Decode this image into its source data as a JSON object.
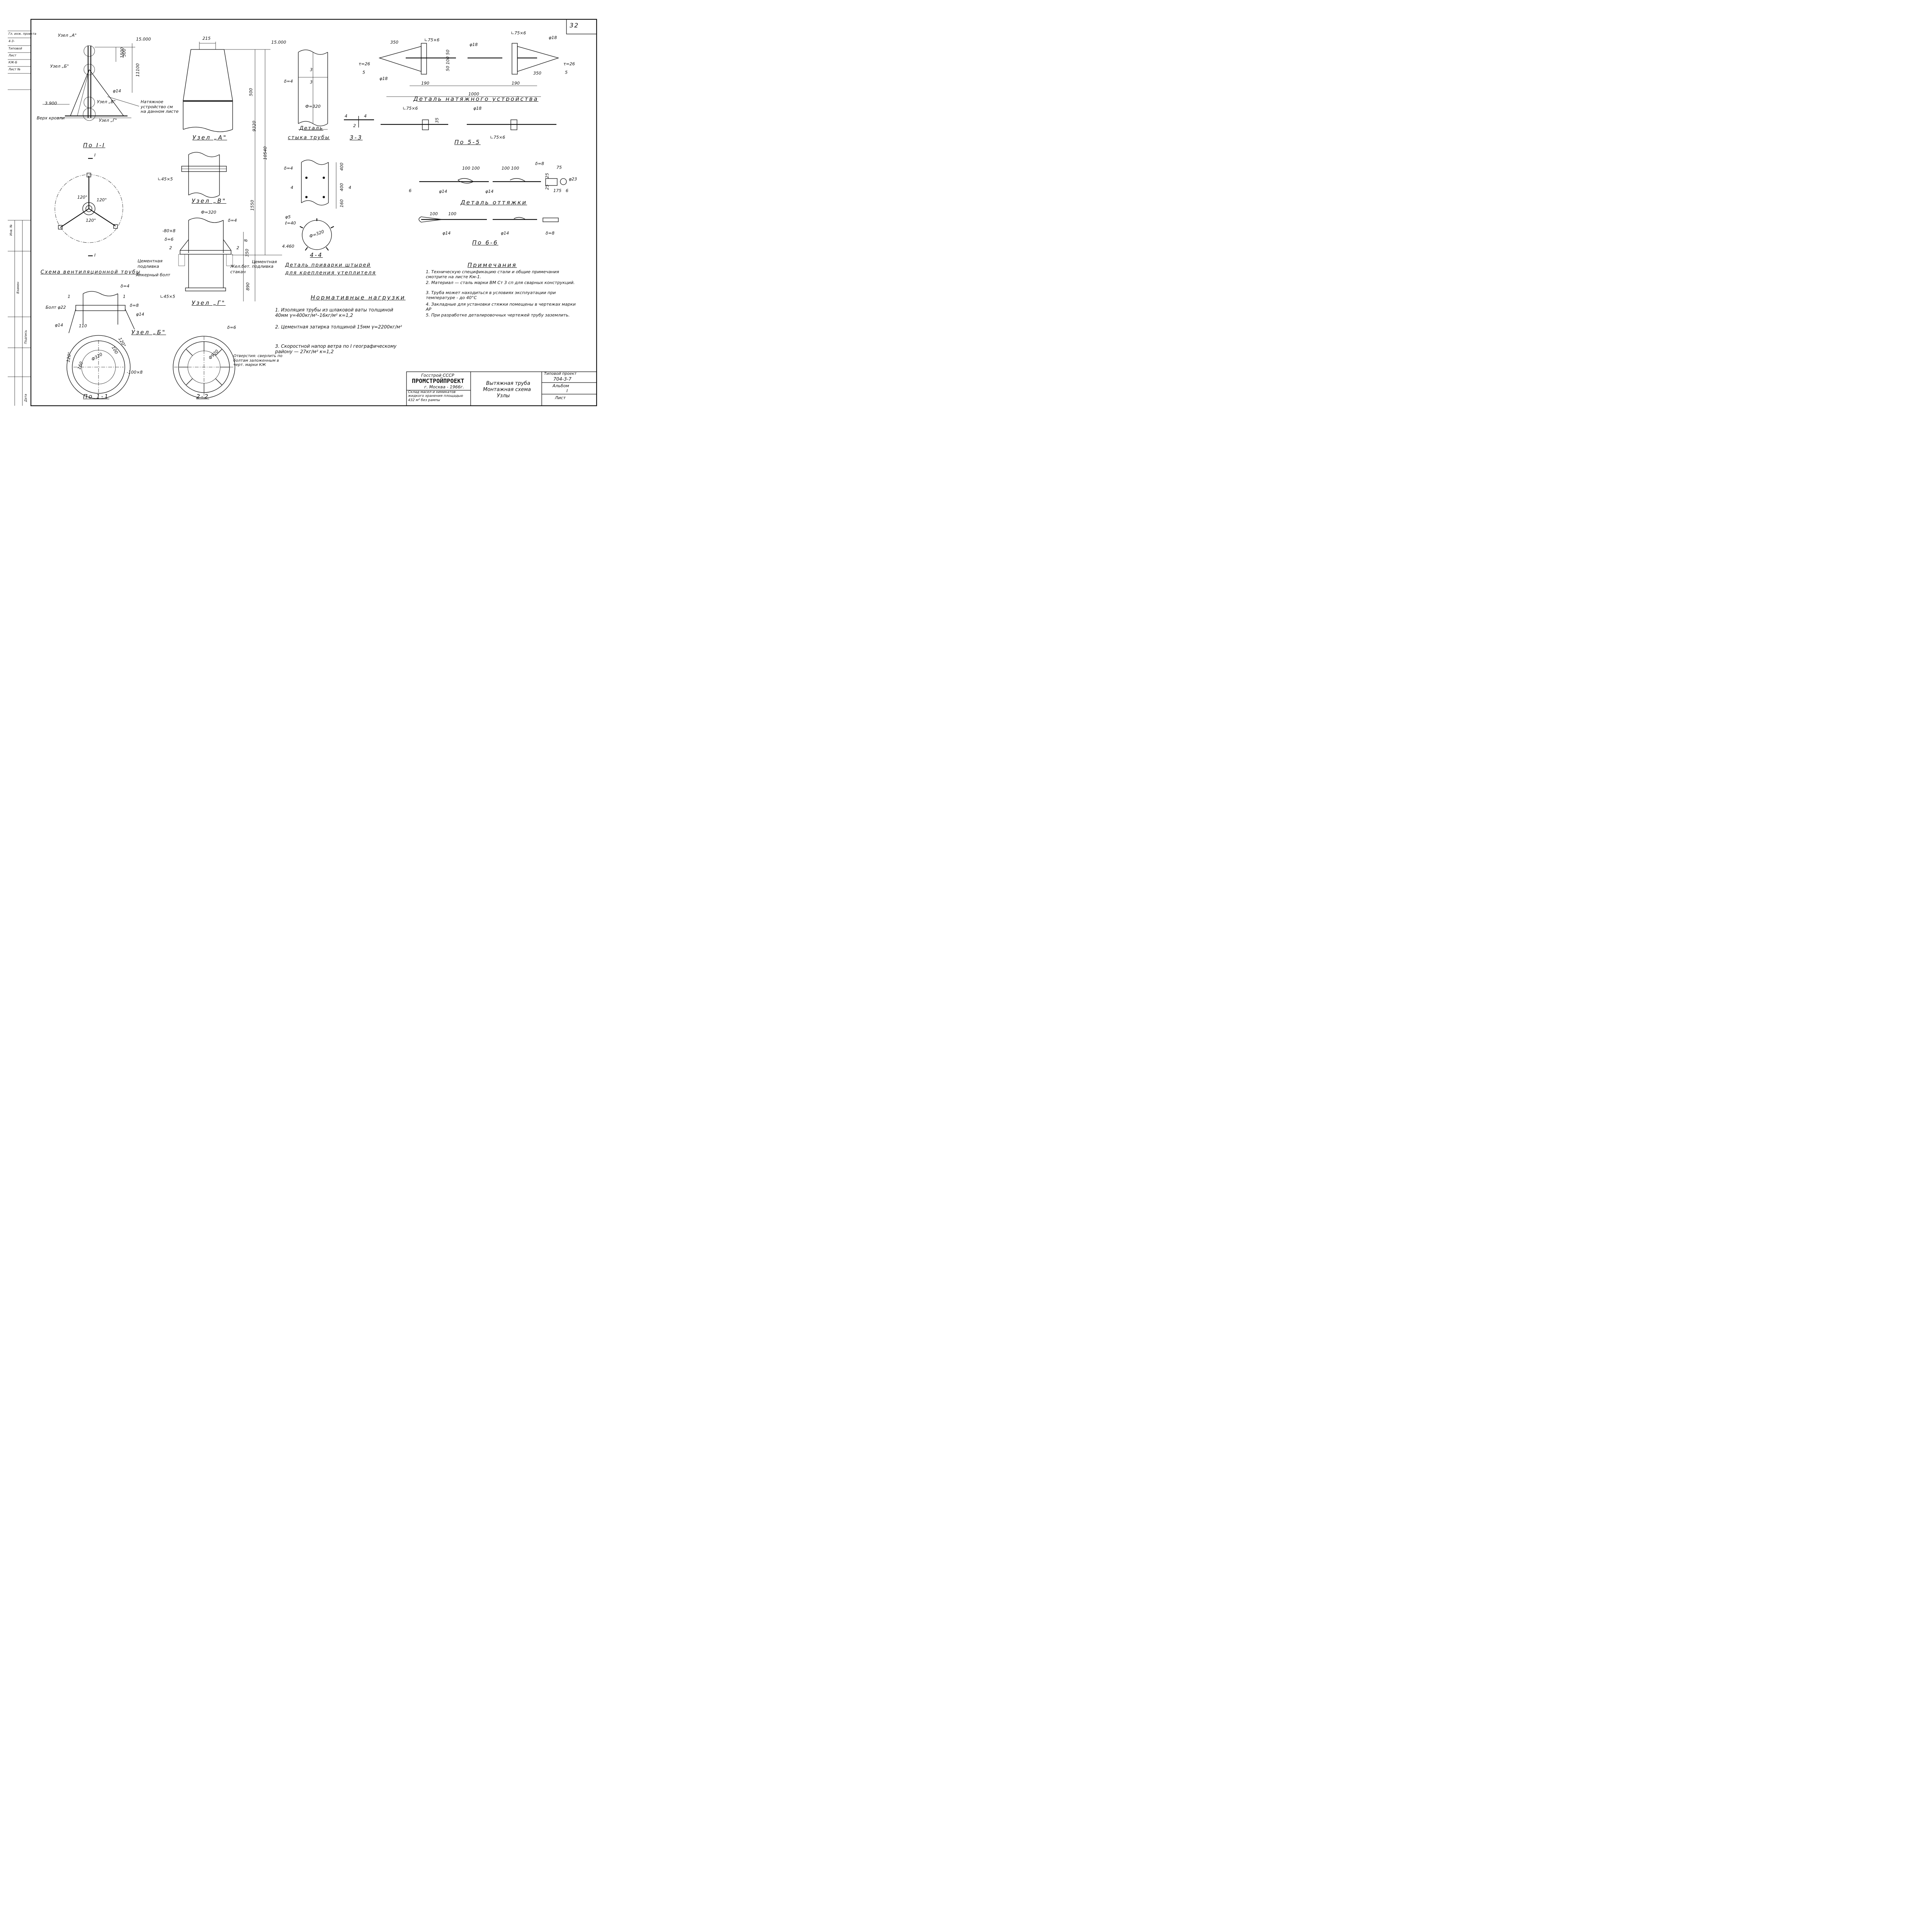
{
  "sheet_number": "32",
  "left_margin_stamps": [
    "Гл. инж. проекта",
    "4-3-",
    "Типовой",
    "Лист",
    "КЖ-Б",
    "Лист №",
    "Инв. №",
    "Взамен",
    "Подпись",
    "Дата"
  ],
  "ventilation_scheme": {
    "title": "Схема вентиляционной трубы",
    "labels": {
      "node_a": "Узел „А\"",
      "node_b": "Узел „Б\"",
      "node_v": "Узел „В\"",
      "node_g": "Узел „Г\"",
      "elev_top": "15.000",
      "elev_roof": "3.900",
      "roof": "Верх кровли",
      "dim_1500": "1500",
      "dim_500": "500",
      "dim_11100": "11100",
      "rod": "φ14",
      "tension": "Натяжное устройство см на данном листе"
    }
  },
  "plan_i": {
    "title": "По I-I",
    "cut": "I",
    "angles": [
      "120°",
      "120°",
      "120°"
    ]
  },
  "node_a": {
    "title": "Узел „А\"",
    "labels": {
      "width": "215",
      "elev": "15.000",
      "dim_500": "500",
      "dim_9320": "9320",
      "dim_10540": "10540",
      "dim_1550": "1550"
    }
  },
  "pipe_joint": {
    "title_line1": "Деталь",
    "title_line2": "стыка трубы",
    "labels": {
      "weld1": "3",
      "weld2": "3",
      "thickness": "δ=4",
      "diameter": "Ф=320"
    }
  },
  "section_3": {
    "title": "3-3",
    "labels": {
      "a": "4",
      "b": "4",
      "c": "2"
    }
  },
  "node_v": {
    "title": "Узел „В\"",
    "angle": "∟45×5"
  },
  "pin_detail": {
    "title_line1": "Деталь приварки штырей",
    "title_line2": "для крепления утеплителя",
    "labels": {
      "thickness": "δ=4",
      "dim_400": "400",
      "dim_400b": "400",
      "dim_160": "160",
      "cut": "4"
    }
  },
  "section_4": {
    "title": "4-4",
    "labels": {
      "pin": "φ5",
      "len": "ℓ=40",
      "diameter": "Ф=320"
    }
  },
  "node_g": {
    "title": "Узел „Г\"",
    "labels": {
      "diameter": "Ф=320",
      "thickness": "δ=4",
      "plate": "-80×8",
      "rib": "δ=6",
      "dim_350": "350",
      "dim_8": "8",
      "dim_890": "890",
      "dim_460": "4.460",
      "grout_left_1": "Цементная",
      "grout_left_2": "подливка",
      "anchor": "Анкерный болт",
      "grout_right_1": "Цементная",
      "grout_right_2": "подливка",
      "cup_1": "Жел.бет.",
      "cup_2": "стакан",
      "angle": "∟45×5",
      "cut": "2"
    }
  },
  "node_b": {
    "title": "Узел „Б\"",
    "labels": {
      "bolt": "Болт φ22",
      "thickness": "δ=4",
      "plate": "δ=8",
      "rod_left": "φ14",
      "rod_right": "φ14",
      "dim_110": "110",
      "cut": "1"
    }
  },
  "plan_1": {
    "title": "По 1-1",
    "labels": {
      "angle": "120°",
      "angle2": "120°",
      "d1": "Ф320",
      "d2": "100",
      "d3": "160",
      "plate": "-100×8"
    }
  },
  "plan_2": {
    "title": "2-2",
    "labels": {
      "rib": "δ=6",
      "d": "Ф920"
    },
    "holes_note": "Отверстия: сверлить по болтам заложенным в черт. марки КЖ"
  },
  "tension_device": {
    "title": "Деталь натяжного устройства",
    "labels": {
      "angle_left": "∟75×6",
      "angle_right": "∟75×6",
      "dim_350_left": "350",
      "dim_350_right": "350",
      "rod_left": "φ18",
      "rod_mid": "φ18",
      "rod_right": "φ18",
      "plate_left": "τ=26",
      "plate_right": "τ=26",
      "dim_190_left": "190",
      "dim_190_right": "190",
      "dim_1000": "1000",
      "dim_50_100_50": "50 100 50",
      "cut": "5"
    }
  },
  "section_5": {
    "title": "По 5-5",
    "labels": {
      "angle_left": "∟75×6",
      "angle_right": "∟75×6",
      "rod": "φ18",
      "dim_35": "35"
    }
  },
  "guy_detail": {
    "title": "Деталь оттяжки",
    "labels": {
      "dim_100_1": "100 100",
      "dim_100_2": "100 100",
      "plate": "δ=8",
      "dim_75": "75",
      "dim_25a": "25",
      "dim_25b": "25",
      "dim_175": "175",
      "hole": "φ23",
      "rod_1": "φ14",
      "rod_2": "φ14",
      "cut": "6"
    }
  },
  "section_6": {
    "title": "По 6-6",
    "labels": {
      "dim_100": "100",
      "dim_100b": "100",
      "rod_1": "φ14",
      "rod_2": "φ14",
      "plate": "δ=8"
    }
  },
  "notes": {
    "title": "Примечания",
    "items": [
      "1. Техническую спецификацию стали и общие примечания смотрите на листе Км-1.",
      "2. Материал — сталь марки ВМ Ст 3 сп для сварных конструкций.",
      "3. Труба может находиться в условиях эксплуатации при температуре - до 40°С",
      "4. Закладные для установки стяжки помещены в чертежах марки АР",
      "5. При разработке деталировочных чертежей трубу заземлить."
    ]
  },
  "loads": {
    "title": "Нормативные нагрузки",
    "items": [
      "1. Изоляция трубы из шлаковой ваты толщиной 40мм γ=400кг/м³–16кг/м² к=1,2",
      "2. Цементная затирка толщиной 15мм γ=2200кг/м²",
      "3. Скоростной напор ветра по I географическому району — 27кг/м² к=1,2"
    ]
  },
  "title_block": {
    "org_line": "Госстрой СССР",
    "org": "ПРОМСТРОЙПРОЕКТ",
    "city": "г. Москва - 1966г.",
    "project_desc": "Склад масел и химикатов жидкого хранения площадью 432 м² без рампы",
    "drawing_title_1": "Вытяжная труба",
    "drawing_title_2": "Монтажная схема",
    "drawing_title_3": "Узлы",
    "typ_label": "Типовой проект",
    "typ_number": "704-3-7",
    "album_label": "Альбом",
    "album_number": "I",
    "sheet_label": "Лист"
  },
  "colors": {
    "ink": "#111111",
    "paper": "#ffffff"
  }
}
